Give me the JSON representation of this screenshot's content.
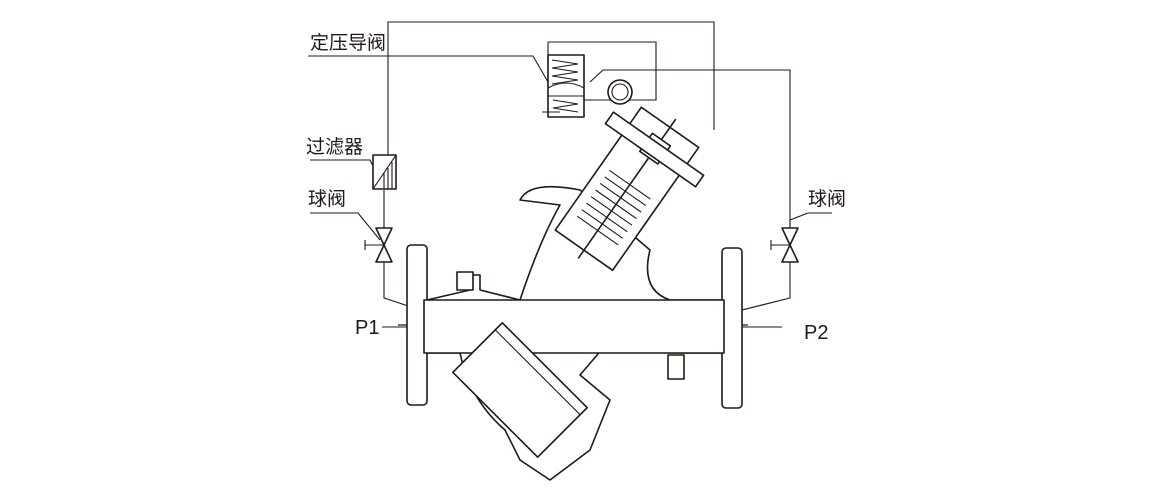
{
  "labels": {
    "pilot_valve": "定压导阀",
    "filter": "过滤器",
    "ball_valve_left": "球阀",
    "ball_valve_right": "球阀",
    "p1": "P1",
    "p2": "P2"
  },
  "colors": {
    "line": "#231815",
    "background": "#ffffff"
  }
}
